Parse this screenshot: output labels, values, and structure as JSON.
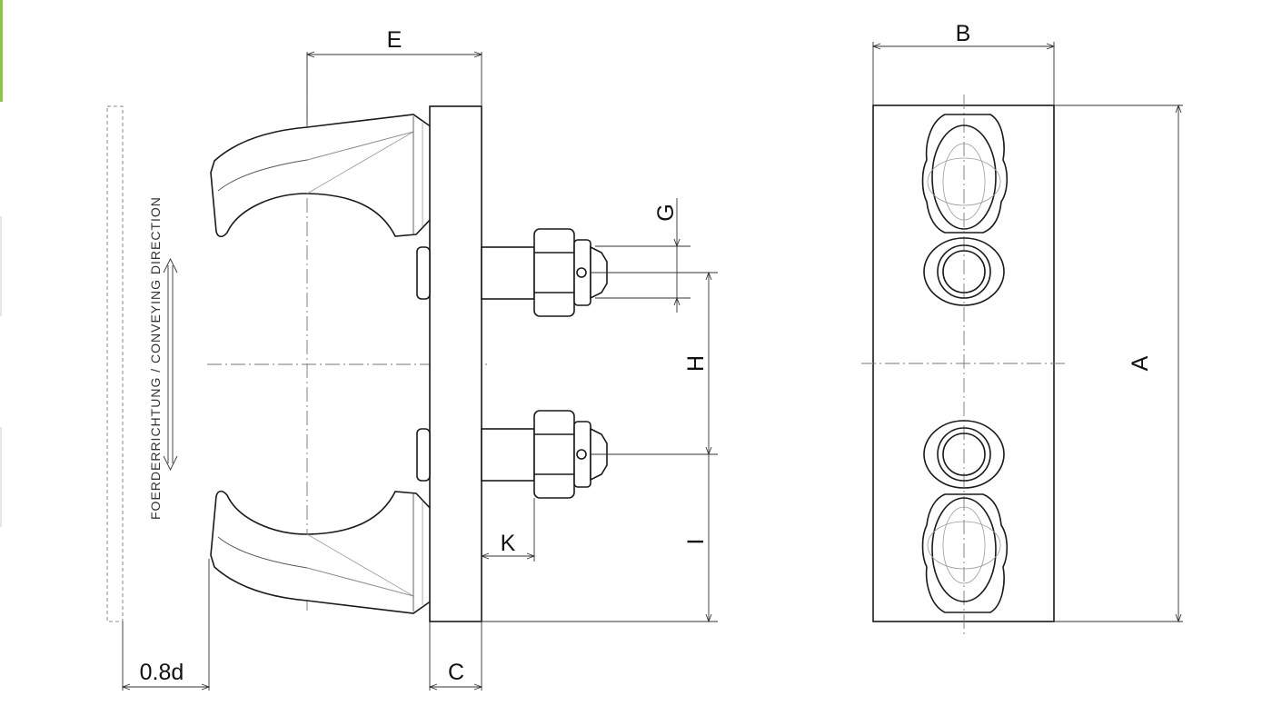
{
  "dimensions": {
    "E": "E",
    "B": "B",
    "G": "G",
    "H": "H",
    "A": "A",
    "K": "K",
    "I": "I",
    "C": "C",
    "d": "0.8d"
  },
  "direction_label": "FOERDERRICHTUNG / CONVEYING DIRECTION",
  "colors": {
    "accent_bar": "#8dc63f",
    "line": "#1a1a1a"
  }
}
